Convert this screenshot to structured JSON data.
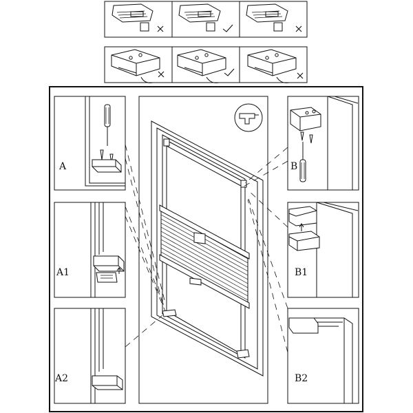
{
  "top_row": {
    "marks": [
      "cross",
      "check",
      "cross"
    ]
  },
  "second_row": {
    "marks": [
      "cross",
      "check",
      "cross"
    ]
  },
  "panels": {
    "a": {
      "label": "A"
    },
    "a1": {
      "label": "A1"
    },
    "a2": {
      "label": "A2"
    },
    "b": {
      "label": "B"
    },
    "b1": {
      "label": "B1"
    },
    "b2": {
      "label": "B2"
    }
  },
  "tool_icon": "power-drill-icon"
}
